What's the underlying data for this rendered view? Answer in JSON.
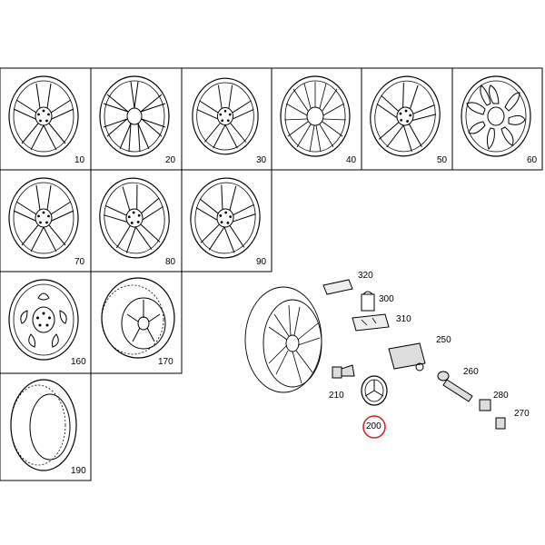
{
  "catalog": {
    "wheel_cells": [
      {
        "number": "10",
        "icon": "wheel-5-double-spoke-icon"
      },
      {
        "number": "20",
        "icon": "wheel-10-spoke-icon"
      },
      {
        "number": "30",
        "icon": "wheel-5-spoke-icon"
      },
      {
        "number": "40",
        "icon": "wheel-multi-spoke-icon"
      },
      {
        "number": "50",
        "icon": "wheel-5-twin-spoke-icon"
      },
      {
        "number": "60",
        "icon": "wheel-10-hole-icon"
      },
      {
        "number": "70",
        "icon": "wheel-5-spoke-flat-icon"
      },
      {
        "number": "80",
        "icon": "wheel-5-spoke-curved-icon"
      },
      {
        "number": "90",
        "icon": "wheel-5-spoke-sport-icon"
      },
      {
        "number": "160",
        "icon": "steel-wheel-icon"
      },
      {
        "number": "170",
        "icon": "tire-on-rim-icon"
      },
      {
        "number": "190",
        "icon": "tire-icon"
      }
    ],
    "parts": [
      {
        "number": "320",
        "icon": "balance-weight-icon"
      },
      {
        "number": "300",
        "icon": "weight-clip-icon"
      },
      {
        "number": "310",
        "icon": "adhesive-weight-icon"
      },
      {
        "number": "250",
        "icon": "pressure-sensor-icon"
      },
      {
        "number": "260",
        "icon": "valve-stem-icon"
      },
      {
        "number": "210",
        "icon": "wheel-bolt-icon"
      },
      {
        "number": "280",
        "icon": "valve-core-icon"
      },
      {
        "number": "270",
        "icon": "valve-cap-icon"
      },
      {
        "number": "200",
        "icon": "hub-cap-icon",
        "highlighted": true
      }
    ],
    "highlight_color": "#d62828"
  }
}
